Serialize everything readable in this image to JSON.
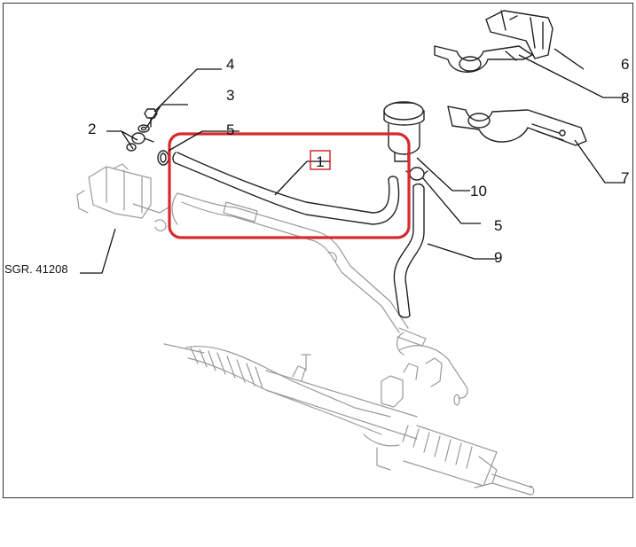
{
  "diagram": {
    "reference_label": "SGR. 41208",
    "callouts": {
      "c1": "1",
      "c2": "2",
      "c3": "3",
      "c4": "4",
      "c5a": "5",
      "c5b": "5",
      "c6": "6",
      "c7": "7",
      "c8": "8",
      "c9": "9",
      "c10": "10"
    },
    "highlight_color": "#d62a2f"
  }
}
